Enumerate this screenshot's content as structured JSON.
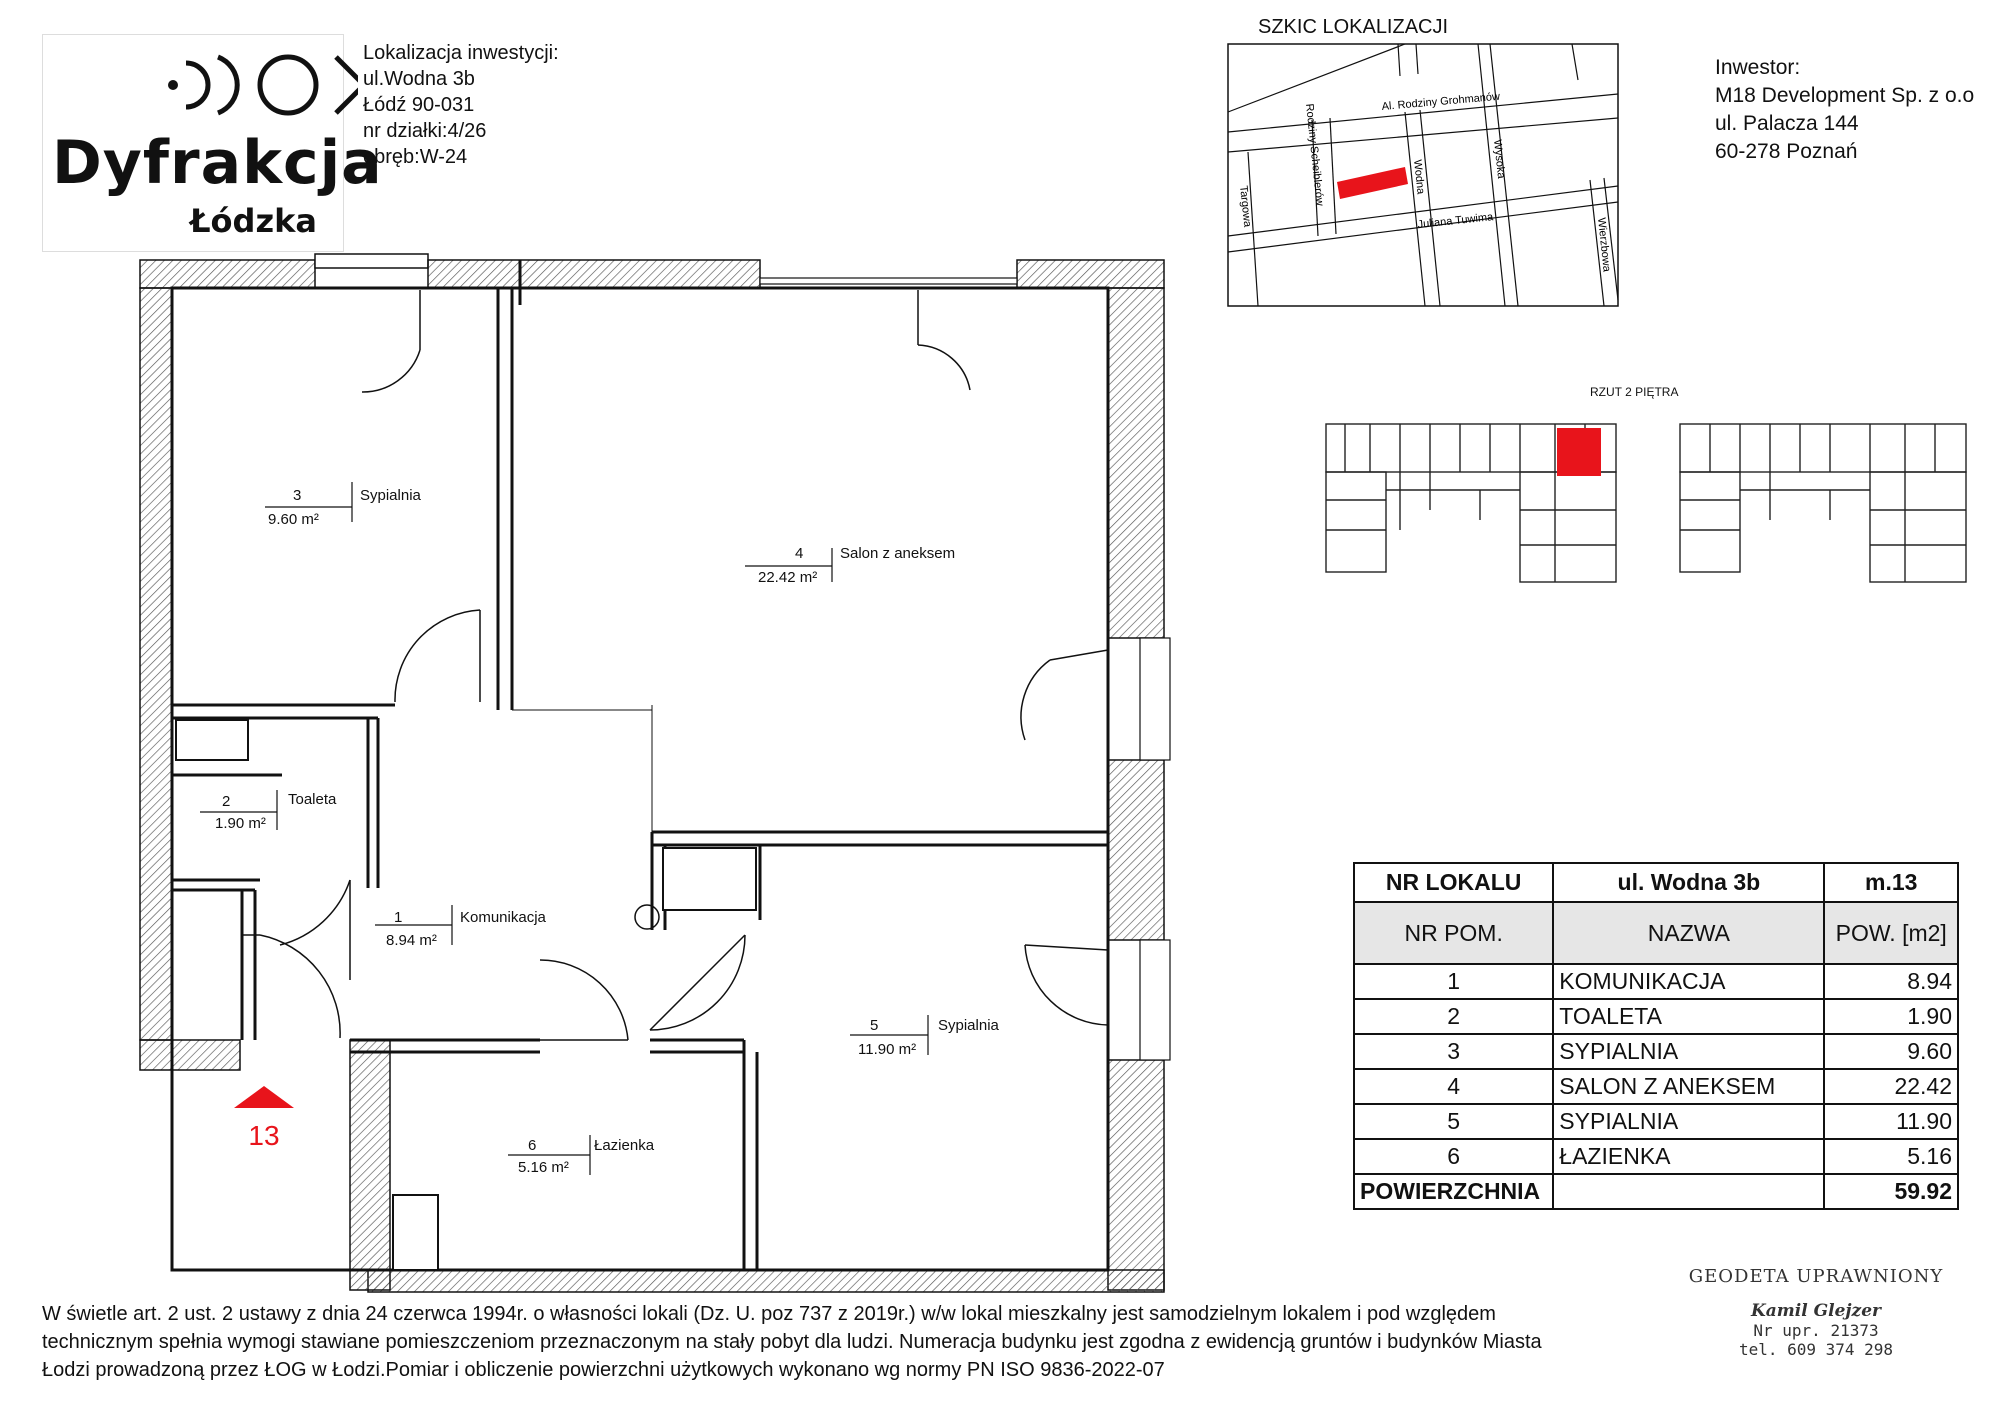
{
  "logo": {
    "word": "Dyfrakcja",
    "sub": "Łódzka"
  },
  "location": {
    "heading": "Lokalizacja inwestycji:",
    "lines": [
      "ul.Wodna 3b",
      "Łódź 90-031",
      "nr działki:4/26",
      "obręb:W-24"
    ]
  },
  "sketch": {
    "title": "SZKIC LOKALIZACJI",
    "streets": [
      "Al. Rodziny Grohmanów",
      "Rodziny Scheiblerów",
      "Wodna",
      "Wysoka",
      "Targowa",
      "Juliana Tuwima",
      "Wierzbowa"
    ]
  },
  "investor": {
    "heading": "Inwestor:",
    "lines": [
      "M18 Development Sp. z o.o",
      "ul. Palacza 144",
      "60-278 Poznań"
    ]
  },
  "floor_plan_title": "RZUT 2 PIĘTRA",
  "unit_marker": "13",
  "rooms": [
    {
      "no": "1",
      "name": "Komunikacja",
      "area": "8.94 m²"
    },
    {
      "no": "2",
      "name": "Toaleta",
      "area": "1.90 m²"
    },
    {
      "no": "3",
      "name": "Sypialnia",
      "area": "9.60 m²"
    },
    {
      "no": "4",
      "name": "Salon z aneksem",
      "area": "22.42 m²"
    },
    {
      "no": "5",
      "name": "Sypialnia",
      "area": "11.90 m²"
    },
    {
      "no": "6",
      "name": "Łazienka",
      "area": "5.16 m²"
    }
  ],
  "table": {
    "header": [
      "NR LOKALU",
      "ul. Wodna 3b",
      "m.13"
    ],
    "columns": [
      "NR POM.",
      "NAZWA",
      "POW. [m2]"
    ],
    "rows": [
      {
        "no": "1",
        "name": "KOMUNIKACJA",
        "area": "8.94"
      },
      {
        "no": "2",
        "name": "TOALETA",
        "area": "1.90"
      },
      {
        "no": "3",
        "name": "SYPIALNIA",
        "area": "9.60"
      },
      {
        "no": "4",
        "name": "SALON Z ANEKSEM",
        "area": "22.42"
      },
      {
        "no": "5",
        "name": "SYPIALNIA",
        "area": "11.90"
      },
      {
        "no": "6",
        "name": "ŁAZIENKA",
        "area": "5.16"
      }
    ],
    "total_label": "POWIERZCHNIA",
    "total_value": "59.92"
  },
  "footer": {
    "line1": "W świetle art. 2 ust. 2 ustawy z dnia 24 czerwca 1994r. o własności lokali (Dz. U. poz 737 z 2019r.) w/w lokal mieszkalny  jest samodzielnym lokalem i pod względem",
    "line2": "technicznym spełnia wymogi stawiane pomieszczeniom przeznaczonym na  stały pobyt  dla ludzi.  Numeracja budynku jest zgodna z ewidencją gruntów i budynków Miasta",
    "line3": "Łodzi prowadzoną przez ŁOG w Łodzi.Pomiar i obliczenie powierzchni użytkowych wykonano wg normy PN ISO 9836-2022-07"
  },
  "stamp": {
    "title": "GEODETA UPRAWNIONY",
    "name": "Kamil Glejzer",
    "license": "Nr upr. 21373",
    "phone": "tel. 609 374 298"
  },
  "colors": {
    "accent": "#e8141b",
    "wall": "#111111"
  }
}
